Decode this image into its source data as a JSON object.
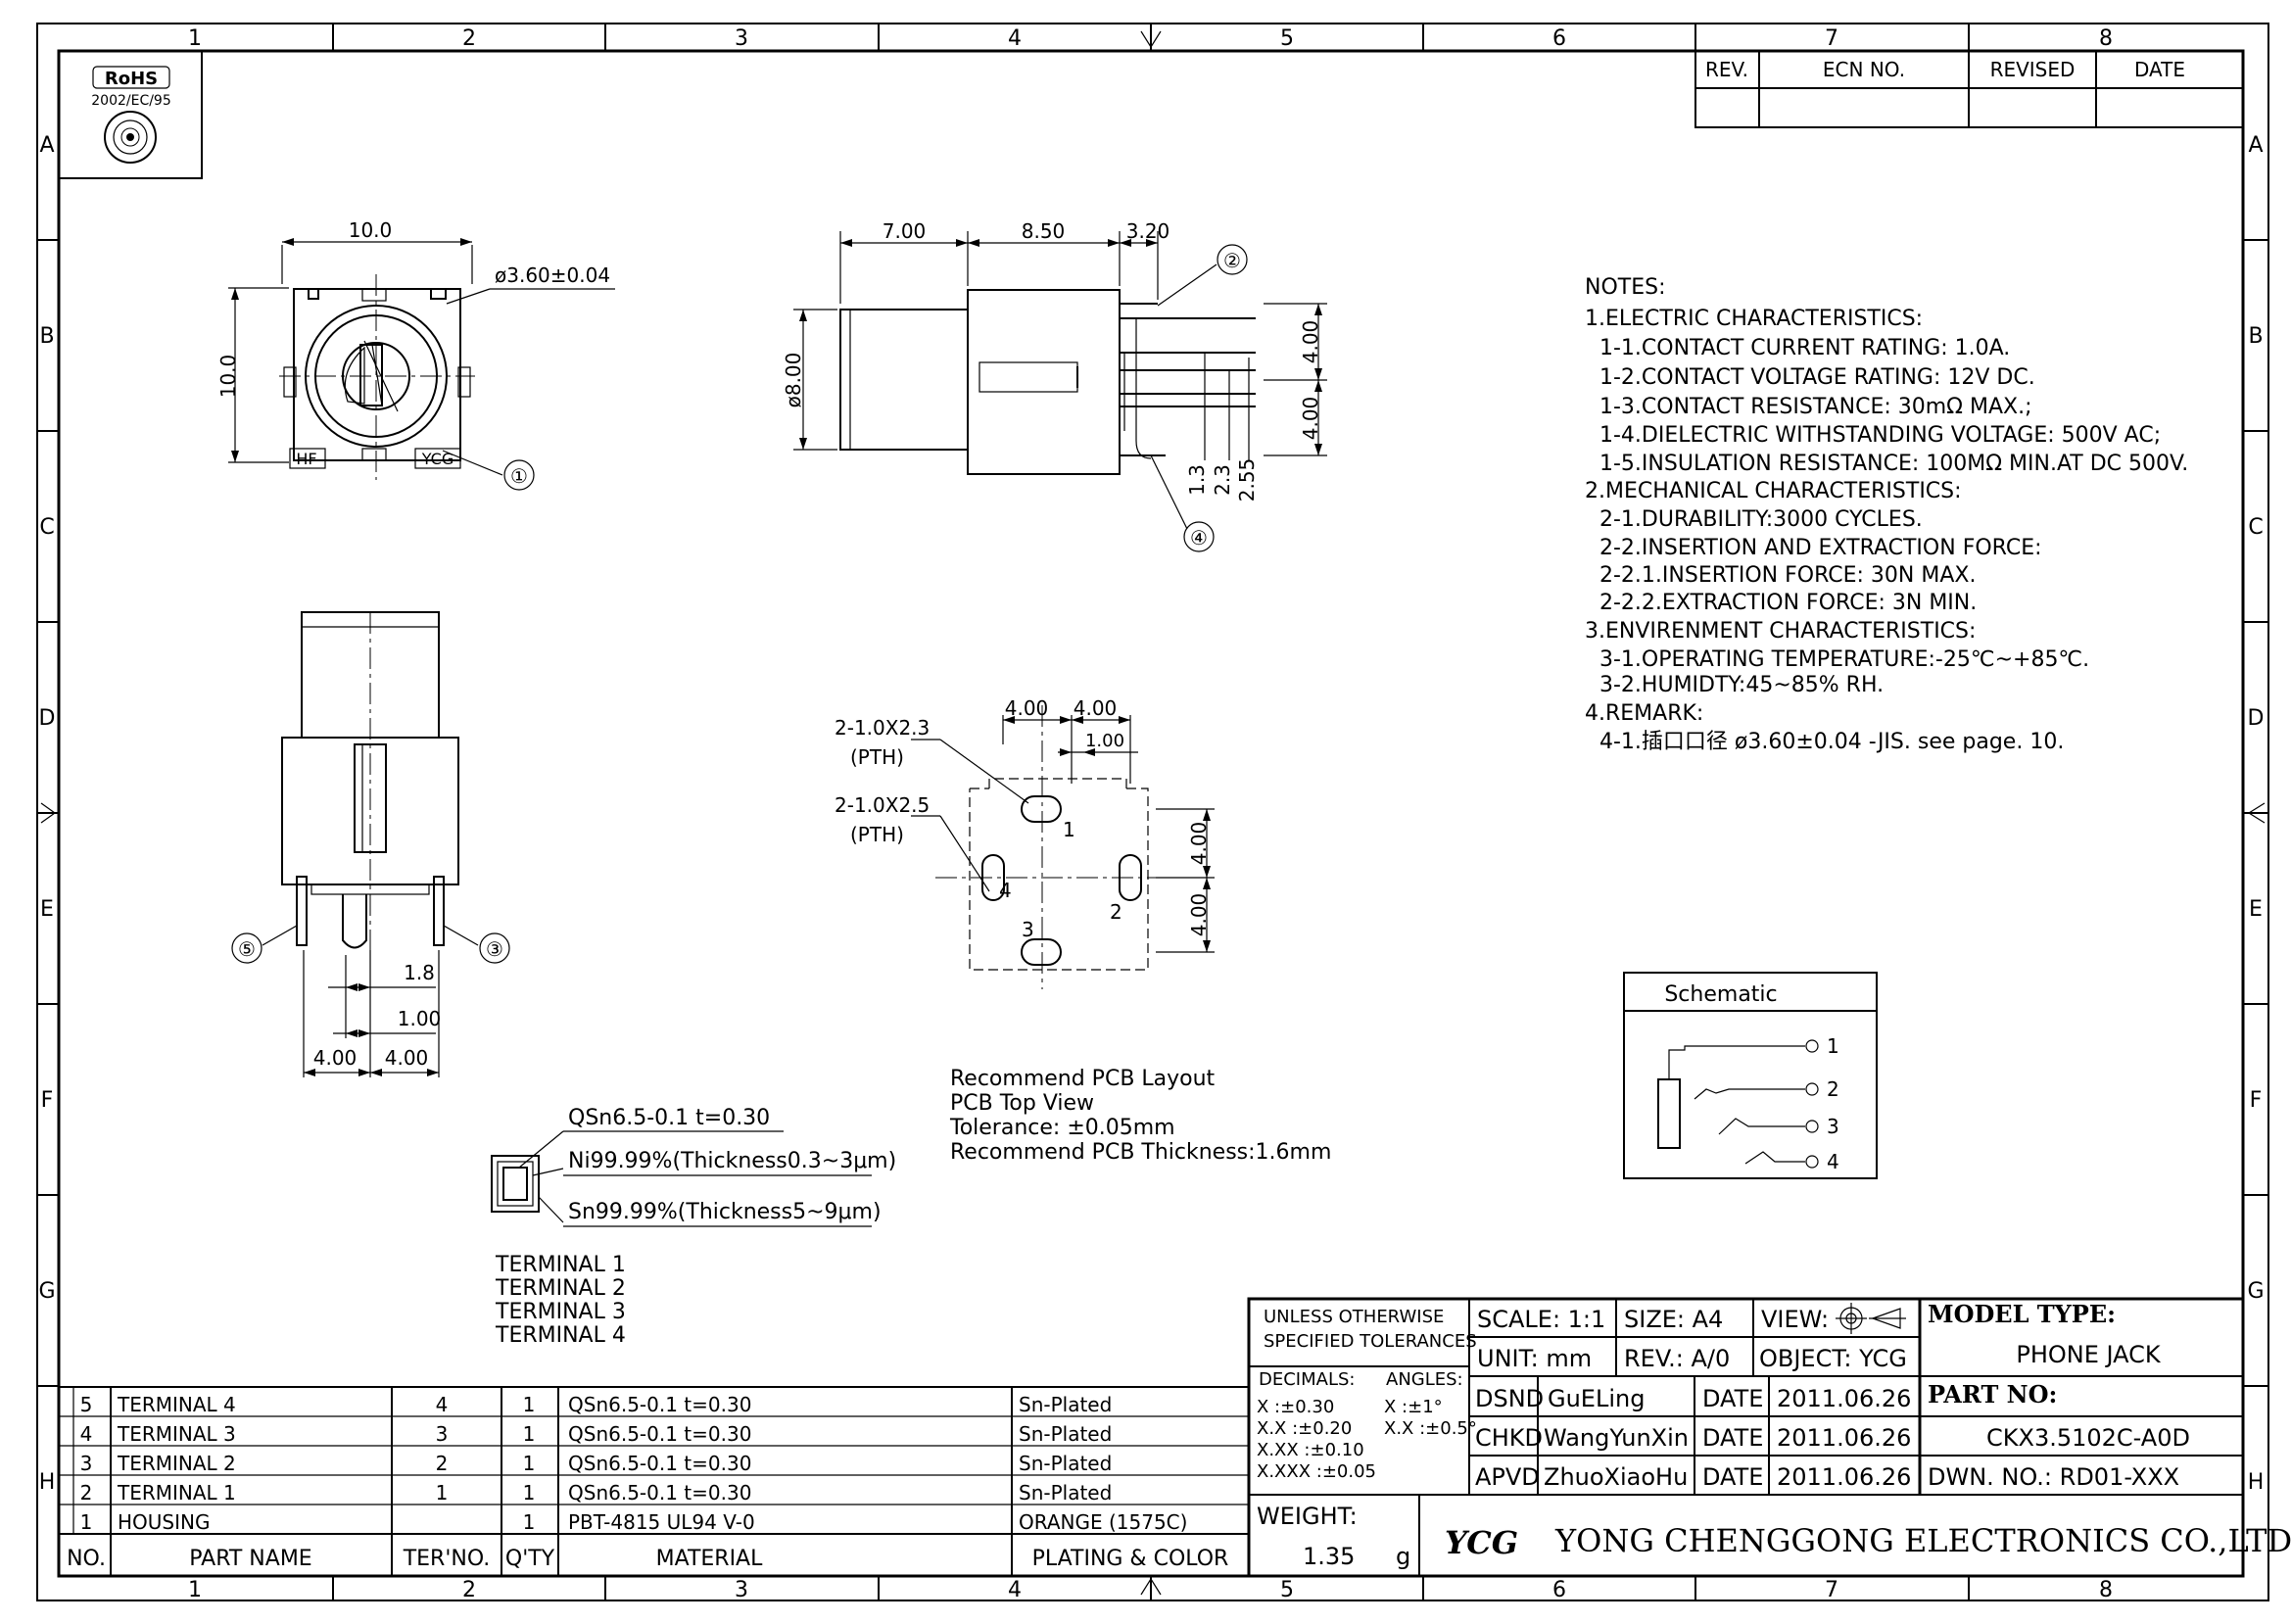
{
  "grid": {
    "columns": [
      "1",
      "2",
      "3",
      "4",
      "5",
      "6",
      "7",
      "8"
    ],
    "rows": [
      "A",
      "B",
      "C",
      "D",
      "E",
      "F",
      "G",
      "H"
    ]
  },
  "rohs": {
    "title": "RoHS",
    "directive": "2002/EC/95"
  },
  "revision_table": {
    "headers": [
      "REV.",
      "ECN NO.",
      "REVISED",
      "DATE"
    ]
  },
  "front_view": {
    "dim_width": "10.0",
    "dim_height": "10.0",
    "dim_hole": "ø3.60±0.04",
    "mark_left": "HF",
    "mark_right": "YCG",
    "balloon": "①"
  },
  "side_view": {
    "dims_top": [
      "7.00",
      "8.50",
      "3.20"
    ],
    "dim_diameter": "ø8.00",
    "dims_right": [
      "4.00",
      "4.00"
    ],
    "dims_bottom": [
      "1.3",
      "2.3",
      "2.55"
    ],
    "balloon_top": "②",
    "balloon_bottom": "④"
  },
  "bottom_view": {
    "dim_pin": "1.8",
    "dim_offset": "1.00",
    "dims_bottom": [
      "4.00",
      "4.00"
    ],
    "balloon_left": "⑤",
    "balloon_right": "③"
  },
  "pcb_layout": {
    "dims_top": [
      "4.00",
      "4.00"
    ],
    "dim_inner": "1.00",
    "dims_right": [
      "4.00",
      "4.00"
    ],
    "hole1_label": "2-1.0X2.3",
    "hole1_type": "(PTH)",
    "hole2_label": "2-1.0X2.5",
    "hole2_type": "(PTH)",
    "pin_labels": [
      "1",
      "2",
      "3",
      "4"
    ],
    "caption": [
      "Recommend PCB Layout",
      "PCB Top View",
      "Tolerance: ±0.05mm",
      "Recommend PCB Thickness:1.6mm"
    ]
  },
  "plating": [
    "QSn6.5-0.1 t=0.30",
    "Ni99.99%(Thickness0.3~3μm)",
    "Sn99.99%(Thickness5~9μm)"
  ],
  "terminal_list": [
    "TERMINAL 1",
    "TERMINAL 2",
    "TERMINAL 3",
    "TERMINAL 4"
  ],
  "notes": {
    "title": "NOTES:",
    "lines": [
      "1.ELECTRIC CHARACTERISTICS:",
      "1-1.CONTACT CURRENT RATING: 1.0A.",
      "1-2.CONTACT VOLTAGE RATING: 12V DC.",
      "1-3.CONTACT RESISTANCE: 30mΩ MAX.;",
      "1-4.DIELECTRIC WITHSTANDING VOLTAGE: 500V AC;",
      "1-5.INSULATION RESISTANCE: 100MΩ MIN.AT DC 500V.",
      "2.MECHANICAL CHARACTERISTICS:",
      "2-1.DURABILITY:3000 CYCLES.",
      "2-2.INSERTION AND EXTRACTION FORCE:",
      "2-2.1.INSERTION FORCE: 30N MAX.",
      "2-2.2.EXTRACTION FORCE: 3N MIN.",
      "3.ENVIRENMENT CHARACTERISTICS:",
      "3-1.OPERATING TEMPERATURE:-25℃~+85℃.",
      "3-2.HUMIDTY:45~85% RH.",
      "4.REMARK:",
      "4-1.插口口径 ø3.60±0.04 -JIS. see page. 10."
    ]
  },
  "schematic": {
    "title": "Schematic",
    "pins": [
      "1",
      "2",
      "3",
      "4"
    ]
  },
  "bom": {
    "headers": [
      "NO.",
      "PART NAME",
      "TER'NO.",
      "Q'TY",
      "MATERIAL",
      "PLATING & COLOR"
    ],
    "rows": [
      [
        "5",
        "TERMINAL 4",
        "4",
        "1",
        "QSn6.5-0.1 t=0.30",
        "Sn-Plated"
      ],
      [
        "4",
        "TERMINAL 3",
        "3",
        "1",
        "QSn6.5-0.1 t=0.30",
        "Sn-Plated"
      ],
      [
        "3",
        "TERMINAL 2",
        "2",
        "1",
        "QSn6.5-0.1 t=0.30",
        "Sn-Plated"
      ],
      [
        "2",
        "TERMINAL 1",
        "1",
        "1",
        "QSn6.5-0.1 t=0.30",
        "Sn-Plated"
      ],
      [
        "1",
        "HOUSING",
        "",
        "1",
        "PBT-4815 UL94 V-0",
        "ORANGE (1575C)"
      ]
    ]
  },
  "title_block": {
    "tolerance_header": [
      "UNLESS OTHERWISE",
      "SPECIFIED TOLERANCES"
    ],
    "decimals_label": "DECIMALS:",
    "angles_label": "ANGLES:",
    "decimals": [
      "X    :±0.30",
      "X.X  :±0.20",
      "X.XX  :±0.10",
      "X.XXX :±0.05"
    ],
    "angles": [
      "X  :±1°",
      "X.X :±0.5°"
    ],
    "weight_label": "WEIGHT:",
    "weight_value": "1.35",
    "weight_unit": "g",
    "scale": "SCALE:  1:1",
    "size": "SIZE:  A4",
    "view": "VIEW:",
    "unit": "UNIT:  mm",
    "rev": "REV.:  A/0",
    "object": "OBJECT:  YCG",
    "dsnd_label": "DSND",
    "dsnd_name": "GuELing",
    "chkd_label": "CHKD",
    "chkd_name": "WangYunXin",
    "apvd_label": "APVD",
    "apvd_name": "ZhuoXiaoHu",
    "date_label": "DATE",
    "date_value": "2011.06.26",
    "model_type_label": "MODEL TYPE:",
    "model_type_value": "PHONE JACK",
    "part_no_label": "PART NO:",
    "part_no_value": "CKX3.5102C-A0D",
    "dwn_no": "DWN. NO.:  RD01-XXX",
    "logo": "YCG",
    "company": "YONG CHENGGONG ELECTRONICS CO.,LTD."
  }
}
